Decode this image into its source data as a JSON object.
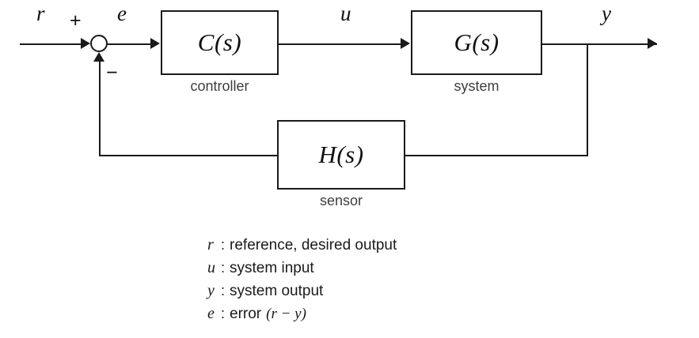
{
  "diagram": {
    "type": "feedback-control-block-diagram",
    "blocks": [
      {
        "id": "controller",
        "transfer_function": "C(s)",
        "caption": "controller"
      },
      {
        "id": "system",
        "transfer_function": "G(s)",
        "caption": "system"
      },
      {
        "id": "sensor",
        "transfer_function": "H(s)",
        "caption": "sensor"
      }
    ],
    "signals": {
      "reference": "r",
      "error": "e",
      "control_input": "u",
      "output": "y"
    },
    "summing_junction": {
      "positive_sign": "+",
      "negative_sign": "−"
    }
  },
  "legend": {
    "rows": [
      {
        "var": "r",
        "sep": ":",
        "text": "reference, desired output",
        "math": ""
      },
      {
        "var": "u",
        "sep": ":",
        "text": "system input",
        "math": ""
      },
      {
        "var": "y",
        "sep": ":",
        "text": "system output",
        "math": ""
      },
      {
        "var": "e",
        "sep": ":",
        "text": "error",
        "math": "(r − y)"
      }
    ]
  },
  "colors": {
    "line": "#1a1a1a",
    "caption": "#3d3d3d",
    "background": "#ffffff"
  }
}
